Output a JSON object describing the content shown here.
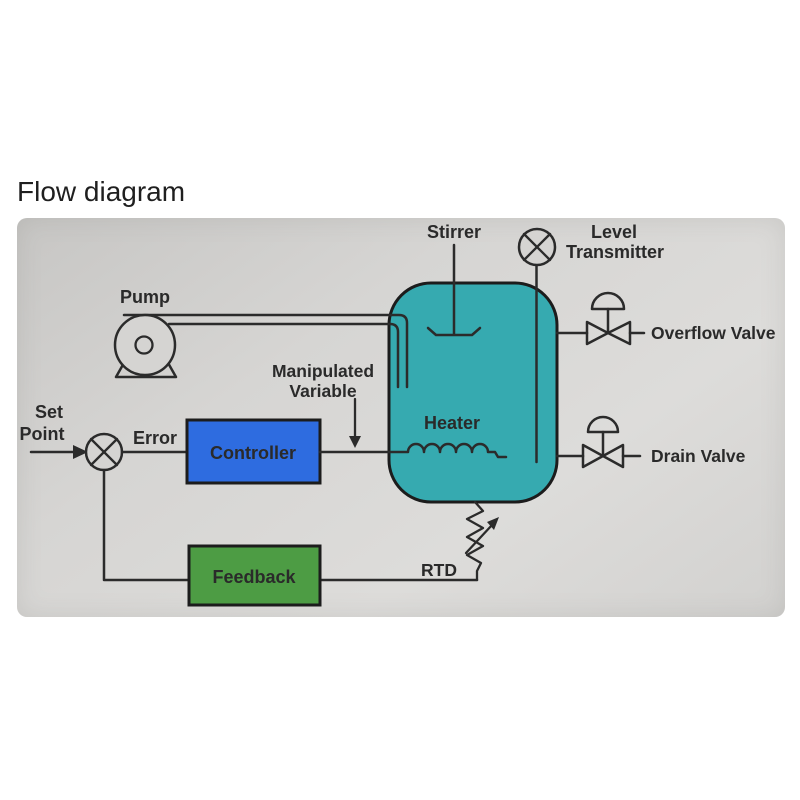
{
  "page": {
    "title": "Flow diagram"
  },
  "labels": {
    "pump": "Pump",
    "stirrer": "Stirrer",
    "level_transmitter_line1": "Level",
    "level_transmitter_line2": "Transmitter",
    "overflow_valve": "Overflow Valve",
    "drain_valve": "Drain Valve",
    "set_point_line1": "Set",
    "set_point_line2": "Point",
    "error": "Error",
    "controller": "Controller",
    "manipulated_line1": "Manipulated",
    "manipulated_line2": "Variable",
    "heater": "Heater",
    "feedback": "Feedback",
    "rtd": "RTD"
  },
  "colors": {
    "panel": "#d6d5d3",
    "tank": "#36aab0",
    "controller_box": "#2e6ce0",
    "feedback_box": "#4d9c44",
    "line": "#2b2b2b"
  }
}
